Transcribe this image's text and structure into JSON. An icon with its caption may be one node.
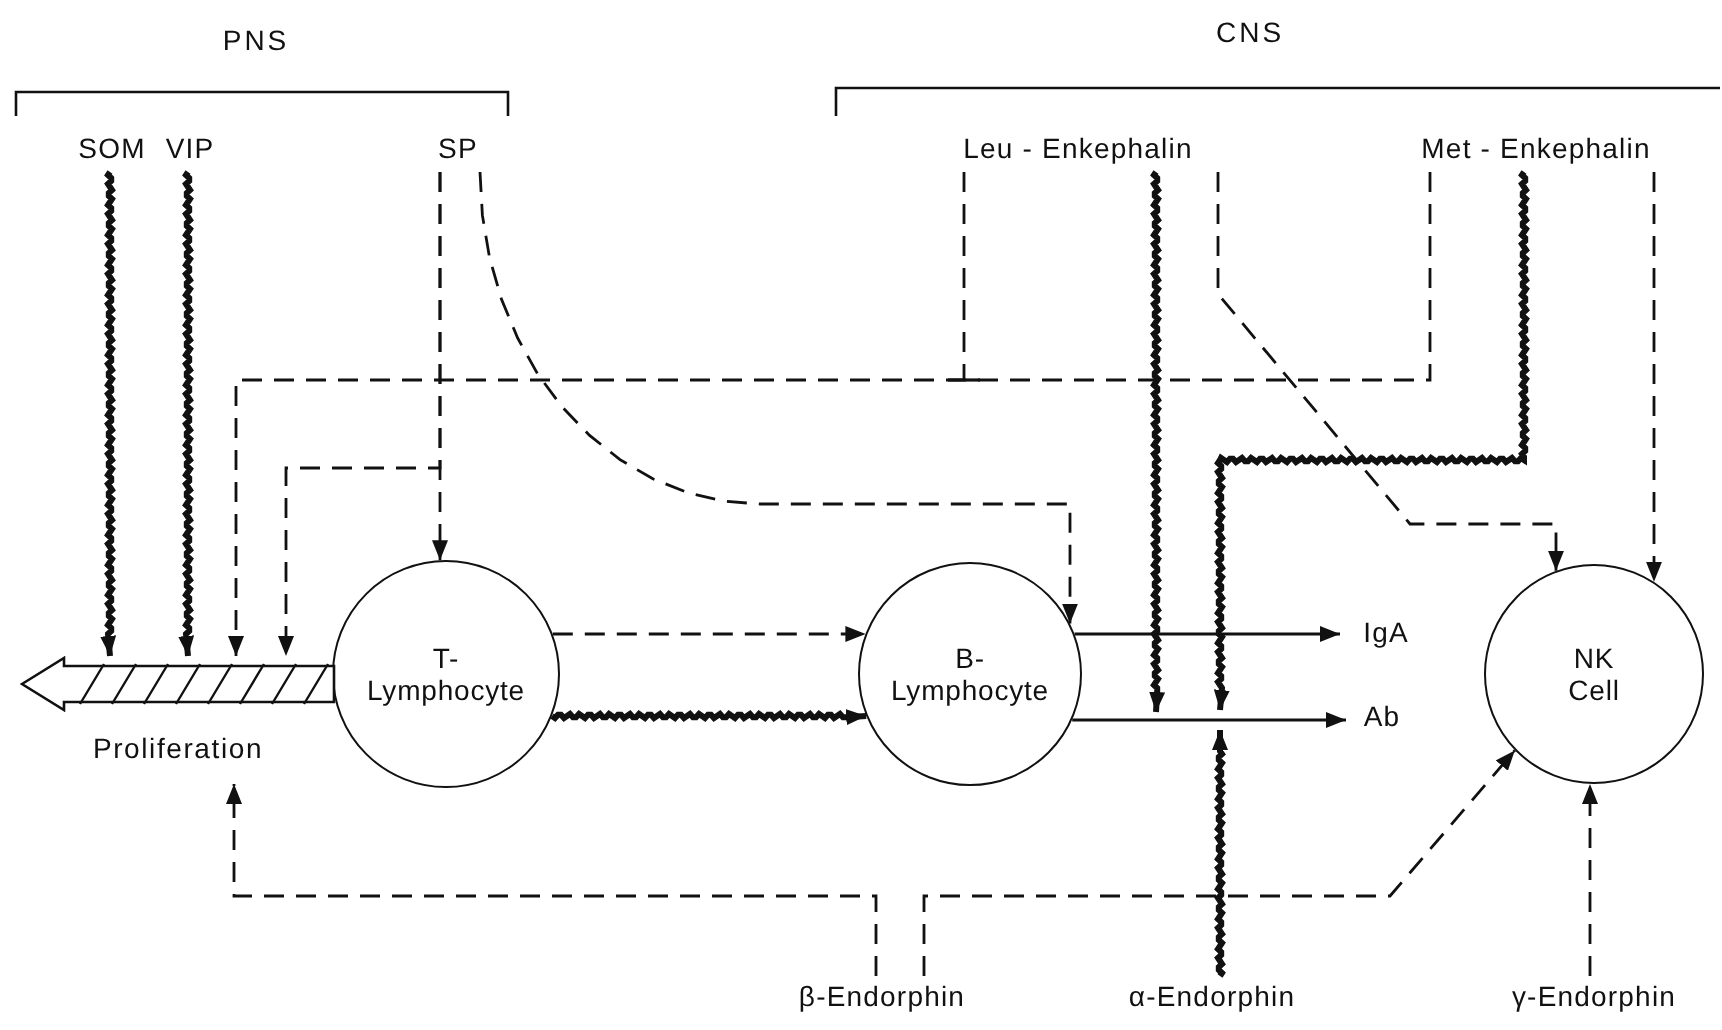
{
  "diagram": {
    "nodes": [
      {
        "text": [
          "SOM"
        ]
      },
      {
        "text": [
          "VIP"
        ]
      },
      {
        "text": [
          "SP"
        ]
      },
      {
        "text": [
          "Leu - Enkephalin"
        ]
      },
      {
        "text": [
          "Met - Enkephalin"
        ]
      },
      {
        "text": [
          "T- Lymphocyte"
        ]
      },
      {
        "text": [
          "B- Lymphocyte"
        ]
      },
      {
        "text": [
          "NK Cell"
        ]
      },
      {
        "text": [
          "Proliferation"
        ]
      },
      {
        "text": [
          "IgA"
        ]
      },
      {
        "text": [
          "Ab"
        ]
      },
      {
        "text": [
          "β-Endorphin"
        ]
      },
      {
        "text": [
          "α-Endorphin"
        ]
      },
      {
        "text": [
          "γ-Endorphin"
        ]
      }
    ],
    "edges": [
      {
        "from": 0,
        "to": 8,
        "arrow": "to",
        "style": "thick"
      },
      {
        "from": 1,
        "to": 8,
        "arrow": "to",
        "style": "thick"
      },
      {
        "from": 2,
        "to": 5,
        "arrow": "to",
        "style": "dashed"
      },
      {
        "from": 2,
        "to": 8,
        "arrow": "to",
        "style": "dashed"
      },
      {
        "from": 4,
        "to": 8,
        "arrow": "to",
        "style": "dashed"
      },
      {
        "from": 3,
        "to": null,
        "arrow": "other",
        "style": "dashed"
      },
      {
        "from": 2,
        "to": 6,
        "arrow": "to",
        "style": "dashed"
      },
      {
        "from": 5,
        "to": 6,
        "arrow": "to",
        "style": "dashed"
      },
      {
        "from": 5,
        "to": 6,
        "arrow": "to",
        "style": "thick"
      },
      {
        "from": 6,
        "to": 9,
        "arrow": "to"
      },
      {
        "from": 6,
        "to": 10,
        "arrow": "to"
      },
      {
        "from": 3,
        "to": null,
        "arrow": "to",
        "style": "thick"
      },
      {
        "from": 4,
        "to": null,
        "arrow": "to",
        "style": "thick"
      },
      {
        "from": 12,
        "to": null,
        "arrow": "to",
        "style": "thick"
      },
      {
        "from": 3,
        "to": 7,
        "arrow": "to",
        "style": "dashed"
      },
      {
        "from": 4,
        "to": 7,
        "arrow": "to",
        "style": "dashed"
      },
      {
        "from": 11,
        "to": 8,
        "arrow": "to",
        "style": "dashed"
      },
      {
        "from": 11,
        "to": 7,
        "arrow": "to",
        "style": "dashed"
      },
      {
        "from": 13,
        "to": 7,
        "arrow": "to",
        "style": "dashed"
      }
    ],
    "labels": [
      "PNS",
      "CNS"
    ]
  }
}
